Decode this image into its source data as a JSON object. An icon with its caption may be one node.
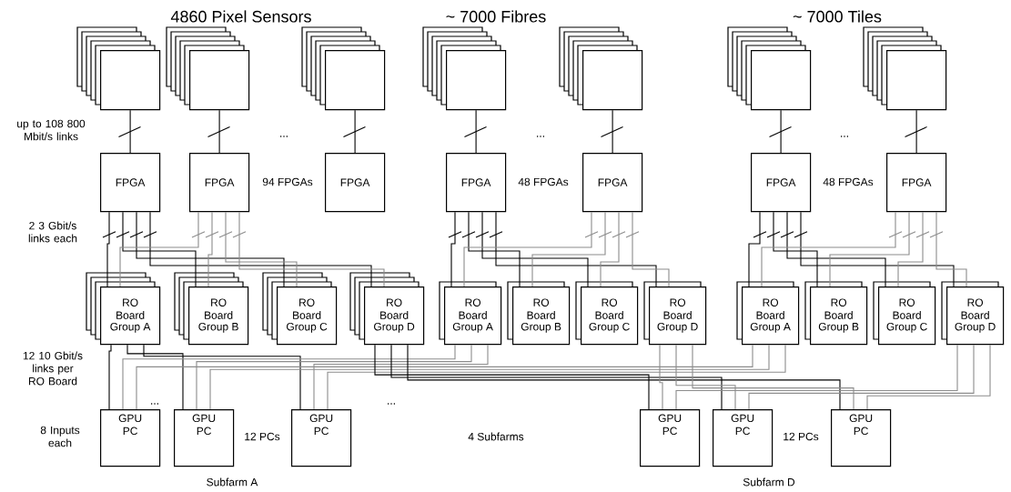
{
  "diagram": {
    "nodes": [
      {
        "text": [],
        "shape": "box"
      },
      {
        "text": [],
        "shape": "box"
      },
      {
        "text": [],
        "shape": "box"
      },
      {
        "text": [],
        "shape": "box"
      },
      {
        "text": [],
        "shape": "box"
      },
      {
        "text": [],
        "shape": "box"
      },
      {
        "text": [],
        "shape": "box"
      },
      {
        "text": [
          "FPGA"
        ]
      },
      {
        "text": [
          "FPGA"
        ]
      },
      {
        "text": [
          "FPGA"
        ]
      },
      {
        "text": [
          "FPGA"
        ]
      },
      {
        "text": [
          "FPGA"
        ]
      },
      {
        "text": [
          "FPGA"
        ]
      },
      {
        "text": [
          "FPGA"
        ]
      },
      {
        "text": [
          "RO Board",
          "Group A"
        ]
      },
      {
        "text": [
          "RO Board",
          "Group B"
        ]
      },
      {
        "text": [
          "RO Board",
          "Group C"
        ]
      },
      {
        "text": [
          "RO Board",
          "Group D"
        ]
      },
      {
        "text": [
          "RO Board",
          "Group A"
        ]
      },
      {
        "text": [
          "RO Board",
          "Group B"
        ]
      },
      {
        "text": [
          "RO Board",
          "Group C"
        ]
      },
      {
        "text": [
          "RO Board",
          "Group D"
        ]
      },
      {
        "text": [
          "RO Board",
          "Group A"
        ]
      },
      {
        "text": [
          "RO Board",
          "Group B"
        ]
      },
      {
        "text": [
          "RO Board",
          "Group C"
        ]
      },
      {
        "text": [
          "RO Board",
          "Group D"
        ]
      },
      {
        "text": [
          "GPU PC"
        ]
      },
      {
        "text": [
          "GPU PC"
        ]
      },
      {
        "text": [
          "GPU PC"
        ]
      },
      {
        "text": [
          "GPU PC"
        ]
      },
      {
        "text": [
          "GPU PC"
        ]
      },
      {
        "text": [
          "GPU PC"
        ]
      }
    ],
    "edges": [
      {
        "from": 0,
        "to": 7,
        "arrow": "none"
      },
      {
        "from": 1,
        "to": 8,
        "arrow": "none"
      },
      {
        "from": 2,
        "to": 9,
        "arrow": "none"
      },
      {
        "from": 3,
        "to": 10,
        "arrow": "none"
      },
      {
        "from": 4,
        "to": 11,
        "arrow": "none"
      },
      {
        "from": 5,
        "to": 12,
        "arrow": "none"
      },
      {
        "from": 6,
        "to": 13,
        "arrow": "none"
      },
      {
        "from": 7,
        "to": 14,
        "arrow": "none"
      },
      {
        "from": 7,
        "to": 15,
        "arrow": "none"
      },
      {
        "from": 7,
        "to": 16,
        "arrow": "none"
      },
      {
        "from": 7,
        "to": 17,
        "arrow": "none"
      },
      {
        "from": 8,
        "to": 14,
        "arrow": "none",
        "color": "#8c8c8c"
      },
      {
        "from": 8,
        "to": 15,
        "arrow": "none",
        "color": "#8c8c8c"
      },
      {
        "from": 8,
        "to": 16,
        "arrow": "none",
        "color": "#8c8c8c"
      },
      {
        "from": 8,
        "to": 17,
        "arrow": "none",
        "color": "#8c8c8c"
      },
      {
        "from": 10,
        "to": 18,
        "arrow": "none"
      },
      {
        "from": 10,
        "to": 19,
        "arrow": "none"
      },
      {
        "from": 10,
        "to": 20,
        "arrow": "none"
      },
      {
        "from": 10,
        "to": 21,
        "arrow": "none"
      },
      {
        "from": 11,
        "to": 18,
        "arrow": "none",
        "color": "#8c8c8c"
      },
      {
        "from": 11,
        "to": 19,
        "arrow": "none",
        "color": "#8c8c8c"
      },
      {
        "from": 11,
        "to": 20,
        "arrow": "none",
        "color": "#8c8c8c"
      },
      {
        "from": 11,
        "to": 21,
        "arrow": "none",
        "color": "#8c8c8c"
      },
      {
        "from": 12,
        "to": 22,
        "arrow": "none"
      },
      {
        "from": 12,
        "to": 23,
        "arrow": "none"
      },
      {
        "from": 12,
        "to": 24,
        "arrow": "none"
      },
      {
        "from": 12,
        "to": 25,
        "arrow": "none"
      },
      {
        "from": 13,
        "to": 22,
        "arrow": "none",
        "color": "#8c8c8c"
      },
      {
        "from": 13,
        "to": 23,
        "arrow": "none",
        "color": "#8c8c8c"
      },
      {
        "from": 13,
        "to": 24,
        "arrow": "none",
        "color": "#8c8c8c"
      },
      {
        "from": 13,
        "to": 25,
        "arrow": "none",
        "color": "#8c8c8c"
      },
      {
        "from": 14,
        "to": 26,
        "arrow": "none"
      },
      {
        "from": 14,
        "to": 27,
        "arrow": "none"
      },
      {
        "from": 14,
        "to": 28,
        "arrow": "none"
      },
      {
        "from": 18,
        "to": 26,
        "arrow": "none",
        "color": "#8c8c8c"
      },
      {
        "from": 18,
        "to": 27,
        "arrow": "none",
        "color": "#8c8c8c"
      },
      {
        "from": 18,
        "to": 28,
        "arrow": "none",
        "color": "#8c8c8c"
      },
      {
        "from": 22,
        "to": 26,
        "arrow": "none",
        "color": "#8c8c8c"
      },
      {
        "from": 22,
        "to": 27,
        "arrow": "none",
        "color": "#8c8c8c"
      },
      {
        "from": 22,
        "to": 28,
        "arrow": "none",
        "color": "#8c8c8c"
      },
      {
        "from": 17,
        "to": 29,
        "arrow": "none"
      },
      {
        "from": 17,
        "to": 30,
        "arrow": "none"
      },
      {
        "from": 17,
        "to": 31,
        "arrow": "none"
      },
      {
        "from": 21,
        "to": 29,
        "arrow": "none",
        "color": "#8c8c8c"
      },
      {
        "from": 21,
        "to": 30,
        "arrow": "none",
        "color": "#8c8c8c"
      },
      {
        "from": 21,
        "to": 31,
        "arrow": "none",
        "color": "#8c8c8c"
      },
      {
        "from": 25,
        "to": 29,
        "arrow": "none",
        "color": "#8c8c8c"
      },
      {
        "from": 25,
        "to": 30,
        "arrow": "none",
        "color": "#8c8c8c"
      },
      {
        "from": 25,
        "to": 31,
        "arrow": "none",
        "color": "#8c8c8c"
      }
    ],
    "labels": [
      "4860 Pixel Sensors",
      "~ 7000 Fibres",
      "~ 7000 Tiles",
      "up to 108 800 Mbit/s links",
      "...",
      "...",
      "...",
      "94 FPGAs",
      "48 FPGAs",
      "48 FPGAs",
      "2 3 Gbit/s links each",
      "12 10 Gbit/s links per RO Board",
      "...",
      "...",
      "8 Inputs each",
      "12 PCs",
      "4 Subfarms",
      "12 PCs",
      "Subfarm A",
      "Subfarm D"
    ]
  }
}
